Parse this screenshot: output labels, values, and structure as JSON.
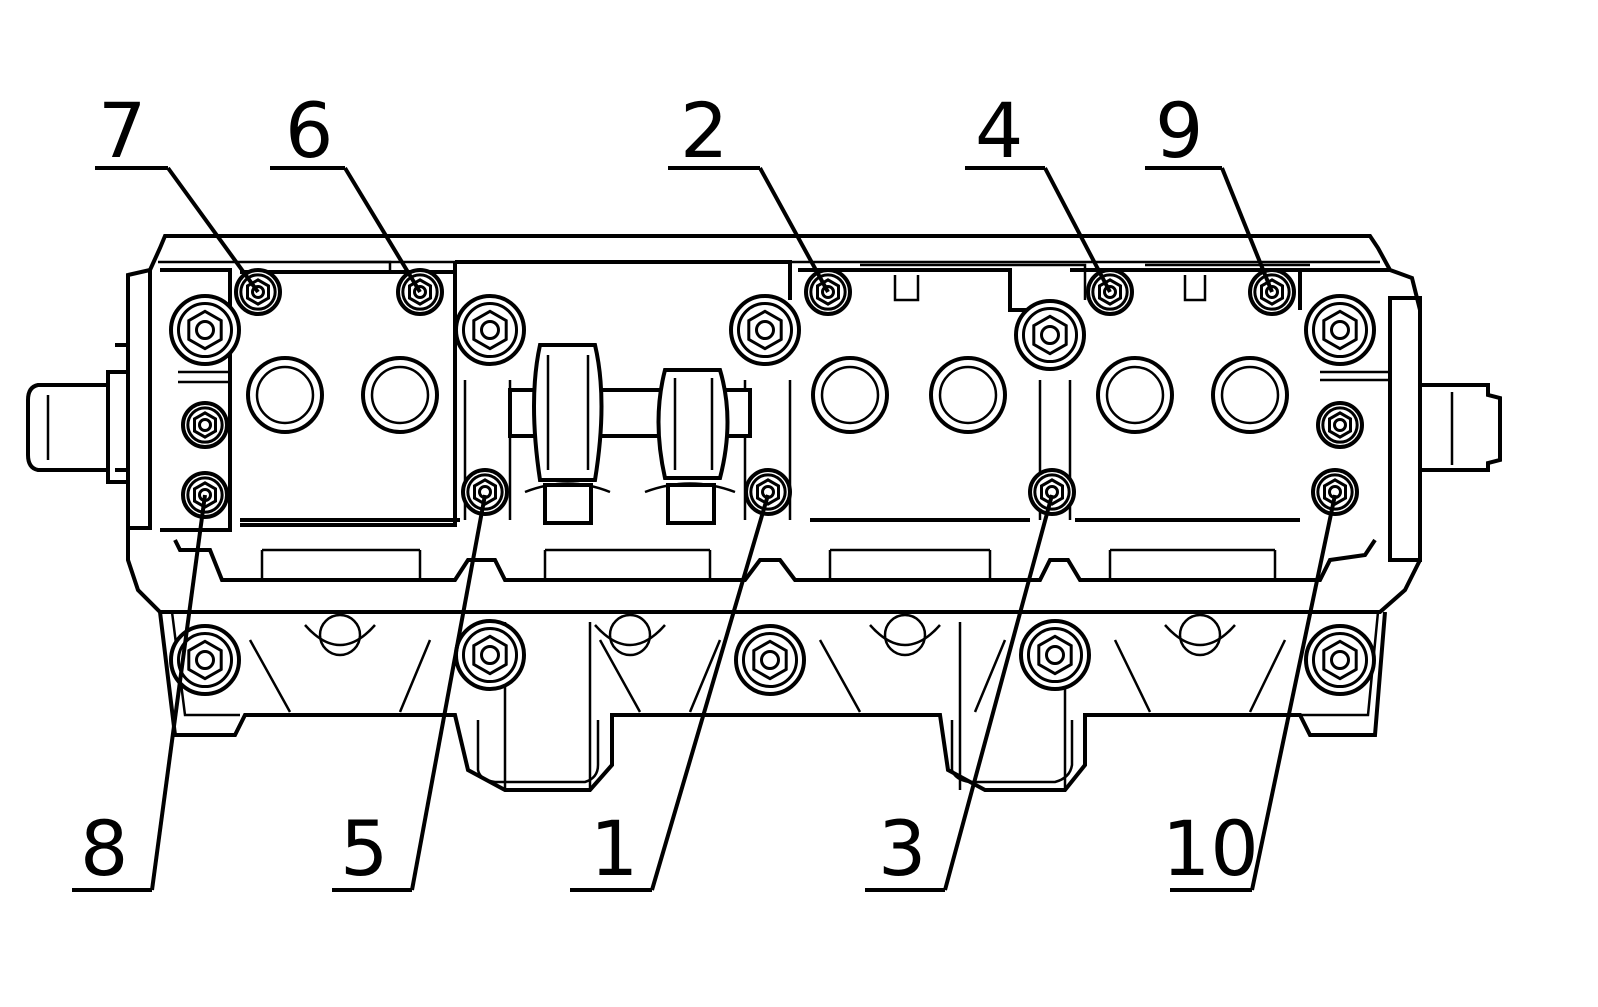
{
  "figure": {
    "callouts": [
      {
        "id": "callout-7",
        "label": "7"
      },
      {
        "id": "callout-6",
        "label": "6"
      },
      {
        "id": "callout-2",
        "label": "2"
      },
      {
        "id": "callout-4",
        "label": "4"
      },
      {
        "id": "callout-9",
        "label": "9"
      },
      {
        "id": "callout-8",
        "label": "8"
      },
      {
        "id": "callout-5",
        "label": "5"
      },
      {
        "id": "callout-1",
        "label": "1"
      },
      {
        "id": "callout-3",
        "label": "3"
      },
      {
        "id": "callout-10",
        "label": "10"
      }
    ]
  },
  "colors": {
    "line": "#000000",
    "background": "#ffffff"
  }
}
